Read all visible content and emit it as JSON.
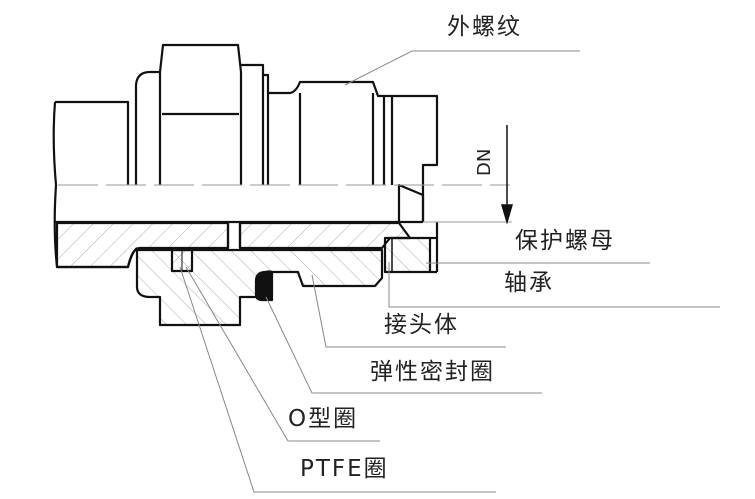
{
  "title": "接头结构示意图",
  "labels": {
    "external_thread": "外螺纹",
    "dn": "DN",
    "protective_nut": "保护螺母",
    "bearing": "轴承",
    "joint_body": "接头体",
    "elastic_seal": "弹性密封圈",
    "o_ring": "O型圈",
    "ptfe_ring": "PTFE圈"
  },
  "colors": {
    "line": "#111111",
    "leader": "#888888",
    "hatch": "#999999",
    "seal": "#111111"
  }
}
